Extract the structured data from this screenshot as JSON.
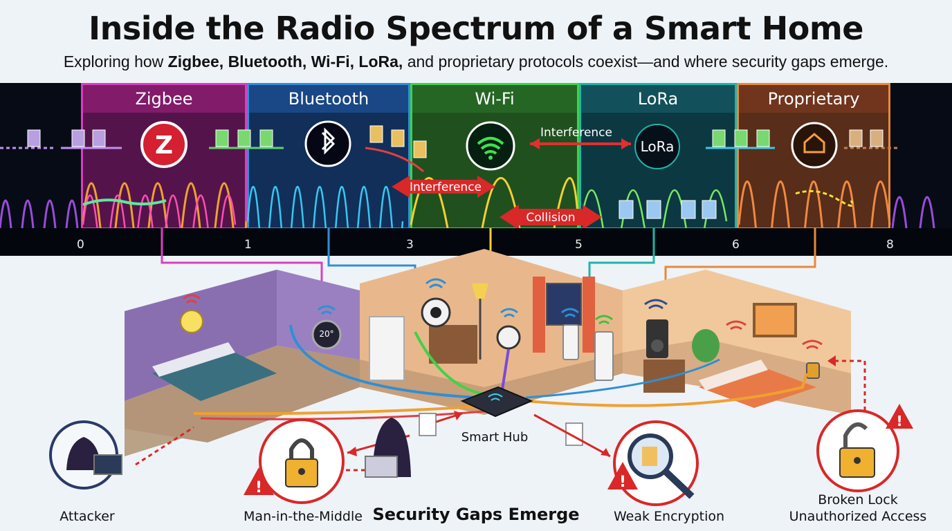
{
  "header": {
    "title": "Inside the Radio Spectrum of a Smart Home",
    "subtitle_prefix": "Exploring how ",
    "subtitle_bold": "Zigbee, Bluetooth, Wi-Fi, LoRa,",
    "subtitle_suffix": " and proprietary protocols coexist—and where security gaps emerge."
  },
  "spectrum": {
    "bands": [
      {
        "label": "Zigbee",
        "color": "#d93fc0"
      },
      {
        "label": "Bluetooth",
        "color": "#2e8fd8"
      },
      {
        "label": "Wi-Fi",
        "color": "#3fd24a"
      },
      {
        "label": "LoRa",
        "color": "#1fb5a8"
      },
      {
        "label": "Proprietary",
        "color": "#e8893a"
      }
    ],
    "ticks": [
      "0",
      "1",
      "3",
      "5",
      "6",
      "8"
    ],
    "device_icons": {
      "zigbee": "zigbee-logo-icon",
      "bluetooth": "bluetooth-icon",
      "wifi": "wifi-icon",
      "lora": "LoRa",
      "proprietary": "smart-home-icon"
    },
    "callouts": {
      "interference_top": "Interference",
      "interference_mid": "Interference",
      "collision": "Collision"
    }
  },
  "house": {
    "hub_label": "Smart Hub",
    "thermostat_value": "20°"
  },
  "security": {
    "heading": "Security Gaps Emerge",
    "attacker": "Attacker",
    "mitm": "Man-in-the-Middle",
    "weak_encryption": "Weak Encryption",
    "broken_lock_line1": "Broken Lock",
    "broken_lock_line2": "Unauthorized Access"
  }
}
